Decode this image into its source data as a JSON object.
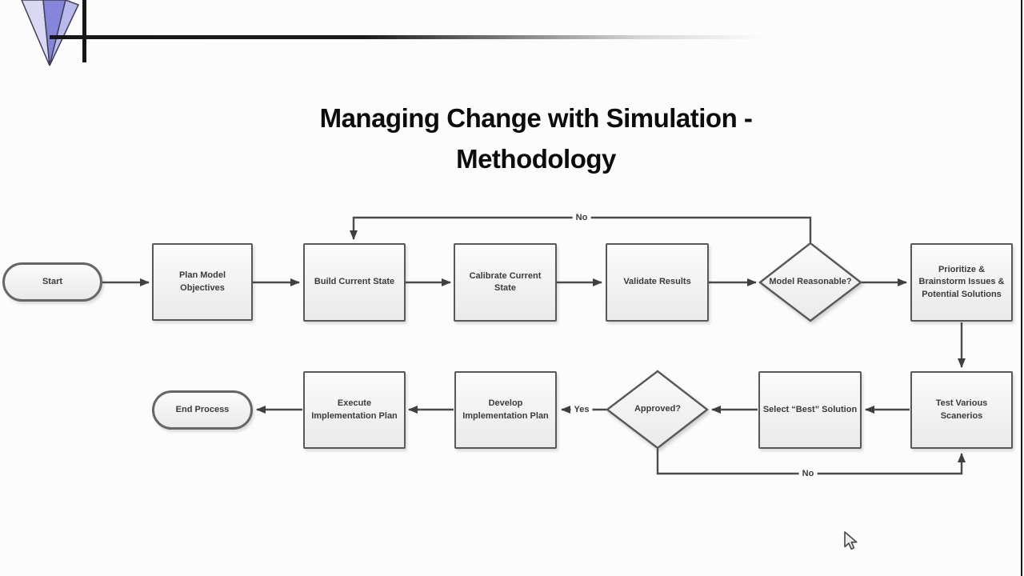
{
  "page": {
    "title_line1": "Managing Change with Simulation -",
    "title_line2": "Methodology"
  },
  "flowchart": {
    "nodes": {
      "start": "Start",
      "plan_model_objectives": "Plan Model Objectives",
      "build_current_state": "Build Current State",
      "calibrate_current_state": "Calibrate Current State",
      "validate_results": "Validate Results",
      "model_reasonable": "Model Reasonable?",
      "prioritize_brainstorm": "Prioritize & Brainstorm Issues & Potential Solutions",
      "test_various_scenarios": "Test Various Scanerios",
      "select_best_solution": "Select “Best” Solution",
      "approved": "Approved?",
      "develop_implementation_plan": "Develop Implementation Plan",
      "execute_implementation_plan": "Execute Implementation Plan",
      "end_process": "End Process"
    },
    "edge_labels": {
      "no_top": "No",
      "yes": "Yes",
      "no_bottom": "No"
    }
  },
  "colors": {
    "background": "#fdfcfc",
    "node_border": "#585858",
    "node_text": "#3b3b3b",
    "connector": "#4c4c4c",
    "title_text": "#0c0c0c",
    "logo_light": "#d9d9f3",
    "logo_mid": "#8585dc",
    "logo_pale": "#b9b9ec"
  }
}
